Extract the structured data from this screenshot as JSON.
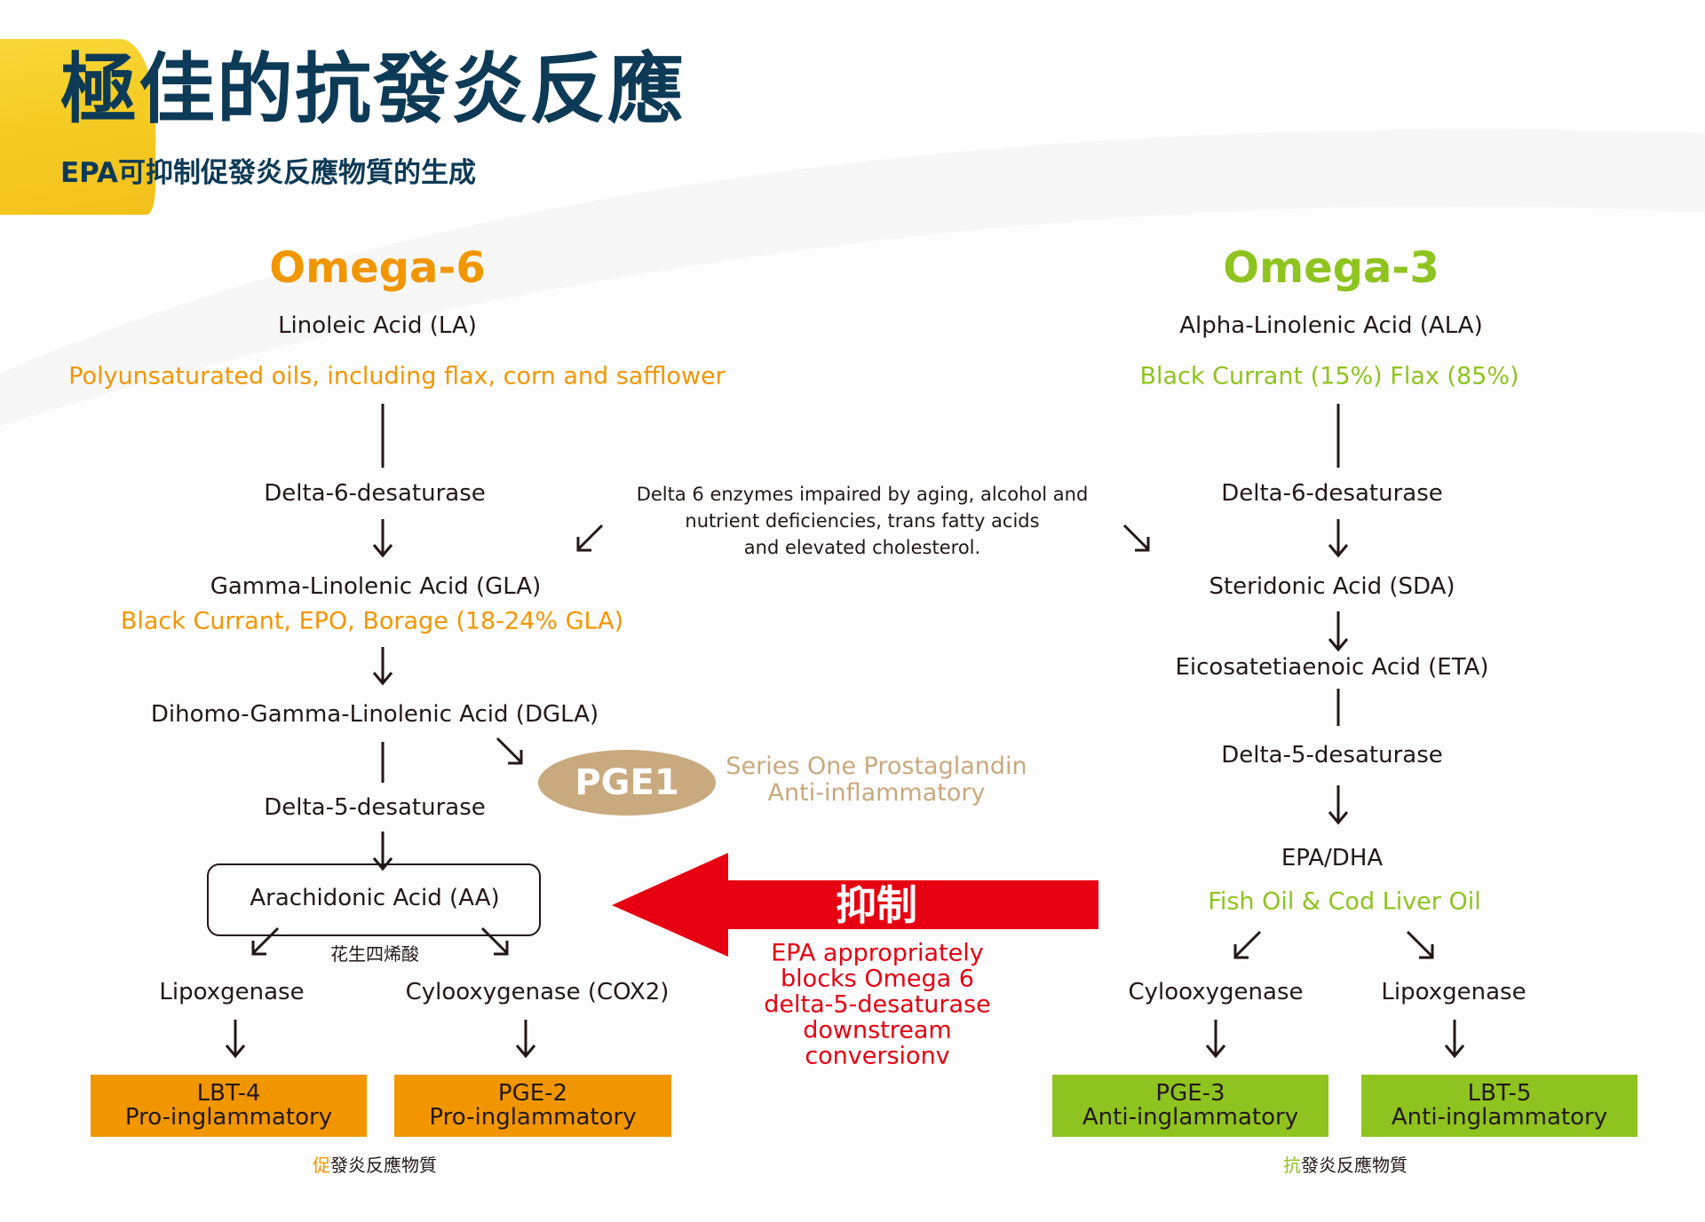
{
  "colors": {
    "title_navy": "#0d3a56",
    "omega6_orange": "#f29600",
    "omega3_green": "#8fc31f",
    "inhibit_red": "#e60012",
    "pge1_tan": "#c9a97e",
    "text_dark": "#231815",
    "brush_yellow": "#f5c918"
  },
  "header": {
    "title": "極佳的抗發炎反應",
    "subtitle": "EPA可抑制促發炎反應物質的生成"
  },
  "omega6": {
    "heading": "Omega-6",
    "start_acid": "Linoleic Acid (LA)",
    "start_sources": "Polyunsaturated oils, including flax, corn and safflower",
    "step1_enzyme": "Delta-6-desaturase",
    "gla": "Gamma-Linolenic Acid (GLA)",
    "gla_sources": "Black Currant, EPO, Borage (18-24% GLA)",
    "dgla": "Dihomo-Gamma-Linolenic Acid (DGLA)",
    "step2_enzyme": "Delta-5-desaturase",
    "aa": "Arachidonic Acid (AA)",
    "aa_chinese": "花生四烯酸",
    "branch_left": "Lipoxgenase",
    "branch_right": "Cylooxygenase (COX2)",
    "result_left": {
      "name": "LBT-4",
      "effect": "Pro-inglammatory"
    },
    "result_right": {
      "name": "PGE-2",
      "effect": "Pro-inglammatory"
    },
    "footer_highlight": "促",
    "footer_rest": "發炎反應物質"
  },
  "pge1": {
    "label": "PGE1",
    "desc_line1": "Series One Prostaglandin",
    "desc_line2": "Anti-inflammatory"
  },
  "delta6_note": {
    "line1": "Delta 6 enzymes impaired by aging, alcohol and",
    "line2": "nutrient deficiencies, trans fatty acids",
    "line3": "and elevated cholesterol."
  },
  "inhibit": {
    "label": "抑制",
    "lines": [
      "EPA appropriately",
      "blocks Omega 6",
      "delta-5-desaturase",
      "downstream",
      "conversionv"
    ]
  },
  "omega3": {
    "heading": "Omega-3",
    "start_acid": "Alpha-Linolenic Acid (ALA)",
    "start_sources": "Black Currant (15%) Flax (85%)",
    "step1_enzyme": "Delta-6-desaturase",
    "sda": "Steridonic Acid (SDA)",
    "eta": "Eicosatetiaenoic Acid (ETA)",
    "step2_enzyme": "Delta-5-desaturase",
    "epa_dha": "EPA/DHA",
    "epa_sources": "Fish Oil & Cod Liver Oil",
    "branch_left": "Cylooxygenase",
    "branch_right": "Lipoxgenase",
    "result_left": {
      "name": "PGE-3",
      "effect": "Anti-inglammatory"
    },
    "result_right": {
      "name": "LBT-5",
      "effect": "Anti-inglammatory"
    },
    "footer_highlight": "抗",
    "footer_rest": "發炎反應物質"
  }
}
